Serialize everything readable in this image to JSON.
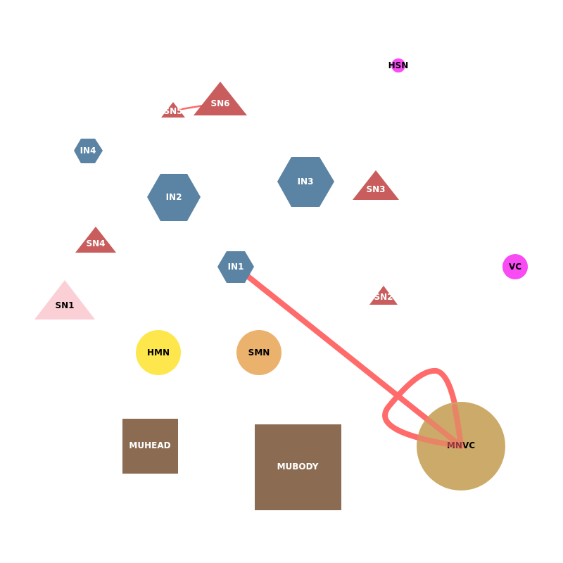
{
  "colors": {
    "interneuron": "#5b84a4",
    "sensory": "#c95c5c",
    "sensory_light": "#fad0d6",
    "motor_yellow": "#fde74c",
    "motor_orange": "#ebb26e",
    "muscle": "#8b6c52",
    "mnvc": "#c9a662",
    "magenta": "#f84bf4",
    "edge": "#ff6b6b",
    "label_light": "#ffffff",
    "label_dark": "#000000"
  },
  "nodes": {
    "hsn": {
      "label": "HSN",
      "shape": "circle",
      "color": "magenta",
      "label_color": "label_dark"
    },
    "sn6": {
      "label": "SN6",
      "shape": "triangle",
      "color": "sensory",
      "label_color": "label_light"
    },
    "sn5": {
      "label": "SN5",
      "shape": "triangle",
      "color": "sensory",
      "label_color": "label_light"
    },
    "in4": {
      "label": "IN4",
      "shape": "hexagon",
      "color": "interneuron",
      "label_color": "label_light"
    },
    "in3": {
      "label": "IN3",
      "shape": "hexagon",
      "color": "interneuron",
      "label_color": "label_light"
    },
    "sn3": {
      "label": "SN3",
      "shape": "triangle",
      "color": "sensory",
      "label_color": "label_light"
    },
    "in2": {
      "label": "IN2",
      "shape": "hexagon",
      "color": "interneuron",
      "label_color": "label_light"
    },
    "sn4": {
      "label": "SN4",
      "shape": "triangle",
      "color": "sensory",
      "label_color": "label_light"
    },
    "in1": {
      "label": "IN1",
      "shape": "hexagon",
      "color": "interneuron",
      "label_color": "label_light"
    },
    "vc": {
      "label": "VC",
      "shape": "circle",
      "color": "magenta",
      "label_color": "label_dark"
    },
    "sn1": {
      "label": "SN1",
      "shape": "triangle",
      "color": "sensory_light",
      "label_color": "label_dark"
    },
    "sn2": {
      "label": "SN2",
      "shape": "triangle",
      "color": "sensory",
      "label_color": "label_light"
    },
    "hmn": {
      "label": "HMN",
      "shape": "circle",
      "color": "motor_yellow",
      "label_color": "label_dark"
    },
    "smn": {
      "label": "SMN",
      "shape": "circle",
      "color": "motor_orange",
      "label_color": "label_dark"
    },
    "muhead": {
      "label": "MUHEAD",
      "shape": "square",
      "color": "muscle",
      "label_color": "label_light"
    },
    "mubody": {
      "label": "MUBODY",
      "shape": "square",
      "color": "muscle",
      "label_color": "label_light"
    },
    "mnvc": {
      "label": "MNVC",
      "shape": "circle",
      "color": "mnvc",
      "label_color": "label_dark"
    }
  },
  "edges": [
    {
      "from": "sn5",
      "to": "sn6",
      "color": "edge"
    },
    {
      "from": "in1",
      "to": "mnvc",
      "color": "edge"
    },
    {
      "from": "mnvc",
      "to": "mnvc",
      "color": "edge",
      "self_loop": true
    }
  ]
}
